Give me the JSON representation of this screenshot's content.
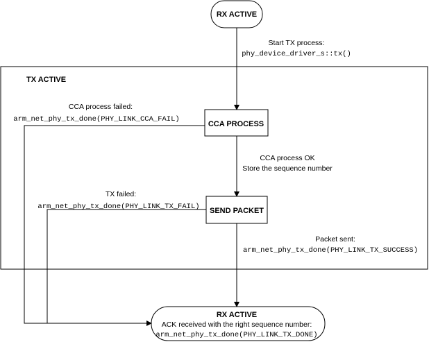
{
  "states": {
    "rx_active_top": "RX ACTIVE",
    "tx_active": "TX ACTIVE",
    "cca_process": "CCA PROCESS",
    "send_packet": "SEND PACKET",
    "rx_active_bottom": {
      "title": "RX ACTIVE",
      "line1": "ACK received with the right sequence number:",
      "line2": "arm_net_phy_tx_done(PHY_LINK_TX_DONE)"
    }
  },
  "transitions": {
    "start_tx": {
      "label": "Start TX process:",
      "call": "phy_device_driver_s::tx()"
    },
    "cca_failed": {
      "label": "CCA process failed:",
      "call": "arm_net_phy_tx_done(PHY_LINK_CCA_FAIL)"
    },
    "cca_ok": {
      "line1": "CCA process OK",
      "line2": "Store the sequence number"
    },
    "tx_failed": {
      "label": "TX failed:",
      "call": "arm_net_phy_tx_done(PHY_LINK_TX_FAIL)"
    },
    "packet_sent": {
      "label": "Packet sent:",
      "call": "arm_net_phy_tx_done(PHY_LINK_TX_SUCCESS)"
    }
  },
  "colors": {
    "line": "#000000",
    "background": "#ffffff"
  }
}
